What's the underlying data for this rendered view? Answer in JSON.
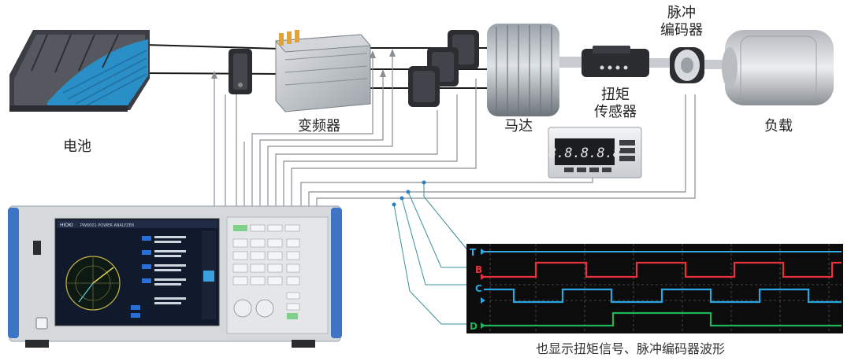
{
  "labels": {
    "battery": "电池",
    "inverter": "变频器",
    "motor": "马达",
    "torque_sensor_line1": "扭矩",
    "torque_sensor_line2": "传感器",
    "encoder_line1": "脉冲",
    "encoder_line2": "编码器",
    "load": "负载"
  },
  "torque_meter_display": "8.8.8.8.8",
  "analyzer": {
    "brand": "HIOKI",
    "model": "PW6001 POWER ANALYZER"
  },
  "waveform": {
    "caption": "也显示扭矩信号、脉冲编码器波形",
    "channels": [
      {
        "name": "T",
        "color": "#35a8e6"
      },
      {
        "name": "B",
        "color": "#e8323c"
      },
      {
        "name": "C",
        "color": "#2aa7e0"
      },
      {
        "name": "D",
        "color": "#1fb35a"
      }
    ]
  }
}
